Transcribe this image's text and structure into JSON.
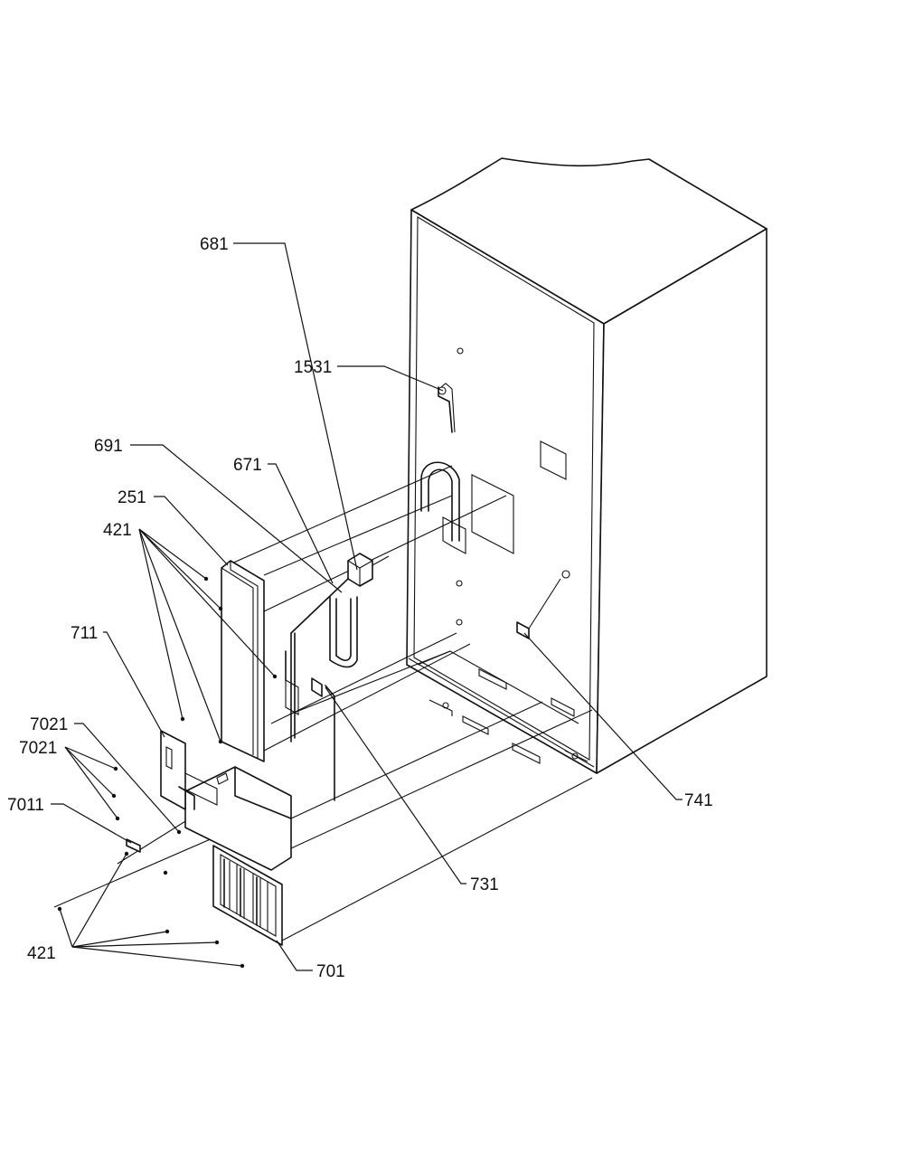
{
  "labels": {
    "l1531": "1531",
    "l681": "681",
    "l691": "691",
    "l671": "671",
    "l251": "251",
    "l421_top": "421",
    "l711": "711",
    "l7021_a": "7021",
    "l7021_b": "7021",
    "l7011": "7011",
    "l741": "741",
    "l731": "731",
    "l421_bottom": "421",
    "l701": "701"
  }
}
